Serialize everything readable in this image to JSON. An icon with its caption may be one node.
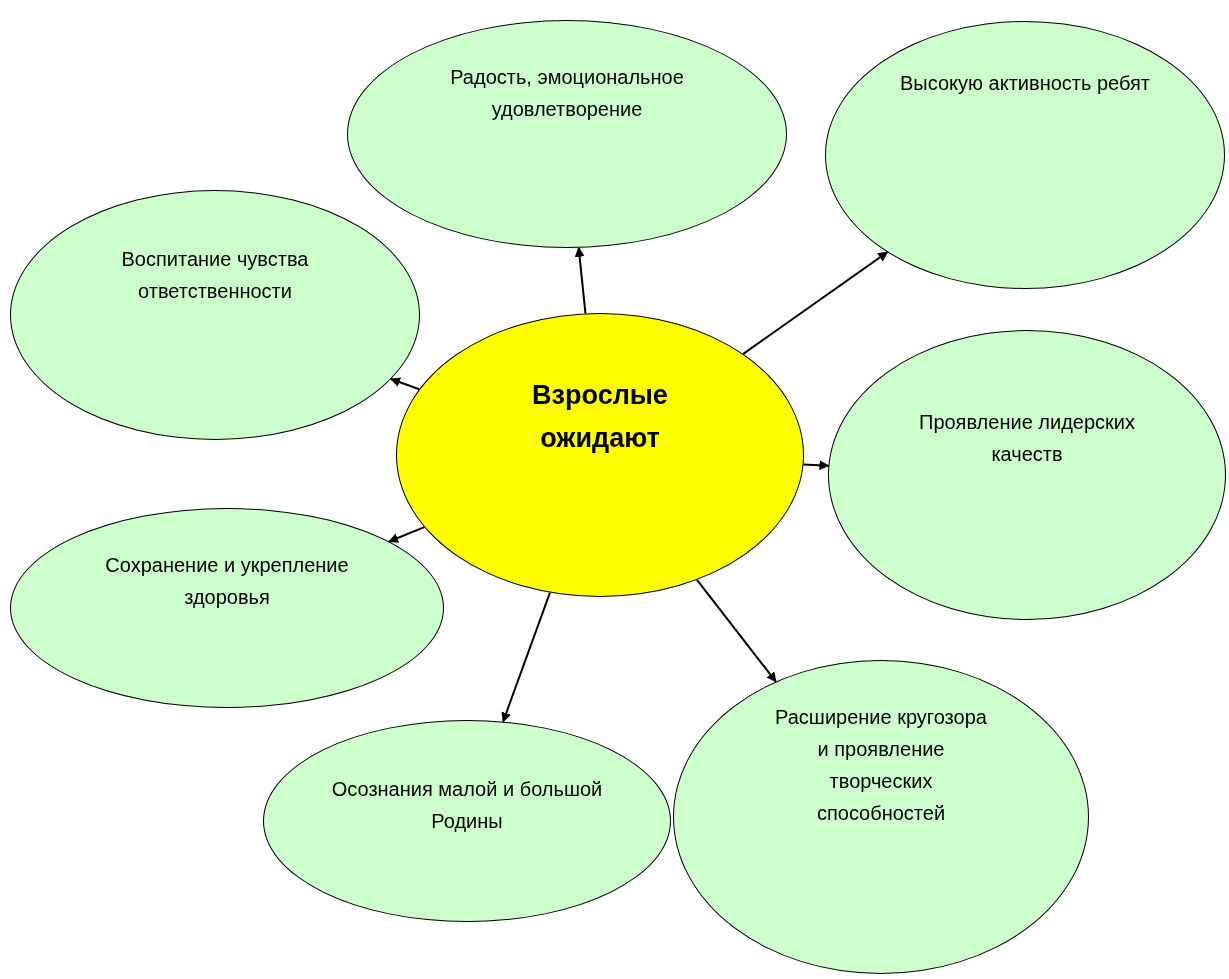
{
  "diagram": {
    "nodes": [
      {
        "text": [
          "Взрослые ожидают"
        ]
      },
      {
        "text": [
          "Радость, эмоциональное удовлетворение"
        ]
      },
      {
        "text": [
          "Высокую активность ребят"
        ]
      },
      {
        "text": [
          "Воспитание чувства ответственности"
        ]
      },
      {
        "text": [
          "Проявление лидерских качеств"
        ]
      },
      {
        "text": [
          "Сохранение и укрепление здоровья"
        ]
      },
      {
        "text": [
          "Осознания малой и большой Родины"
        ]
      },
      {
        "text": [
          "Расширение кругозора и проявление творческих способностей"
        ]
      }
    ],
    "edges": [
      {
        "from": 0,
        "to": 1,
        "arrow": "to"
      },
      {
        "from": 0,
        "to": 2,
        "arrow": "to"
      },
      {
        "from": 0,
        "to": 3,
        "arrow": "to"
      },
      {
        "from": 0,
        "to": 4,
        "arrow": "to"
      },
      {
        "from": 0,
        "to": 5,
        "arrow": "to"
      },
      {
        "from": 0,
        "to": 6,
        "arrow": "to"
      },
      {
        "from": 0,
        "to": 7,
        "arrow": "to"
      }
    ]
  }
}
